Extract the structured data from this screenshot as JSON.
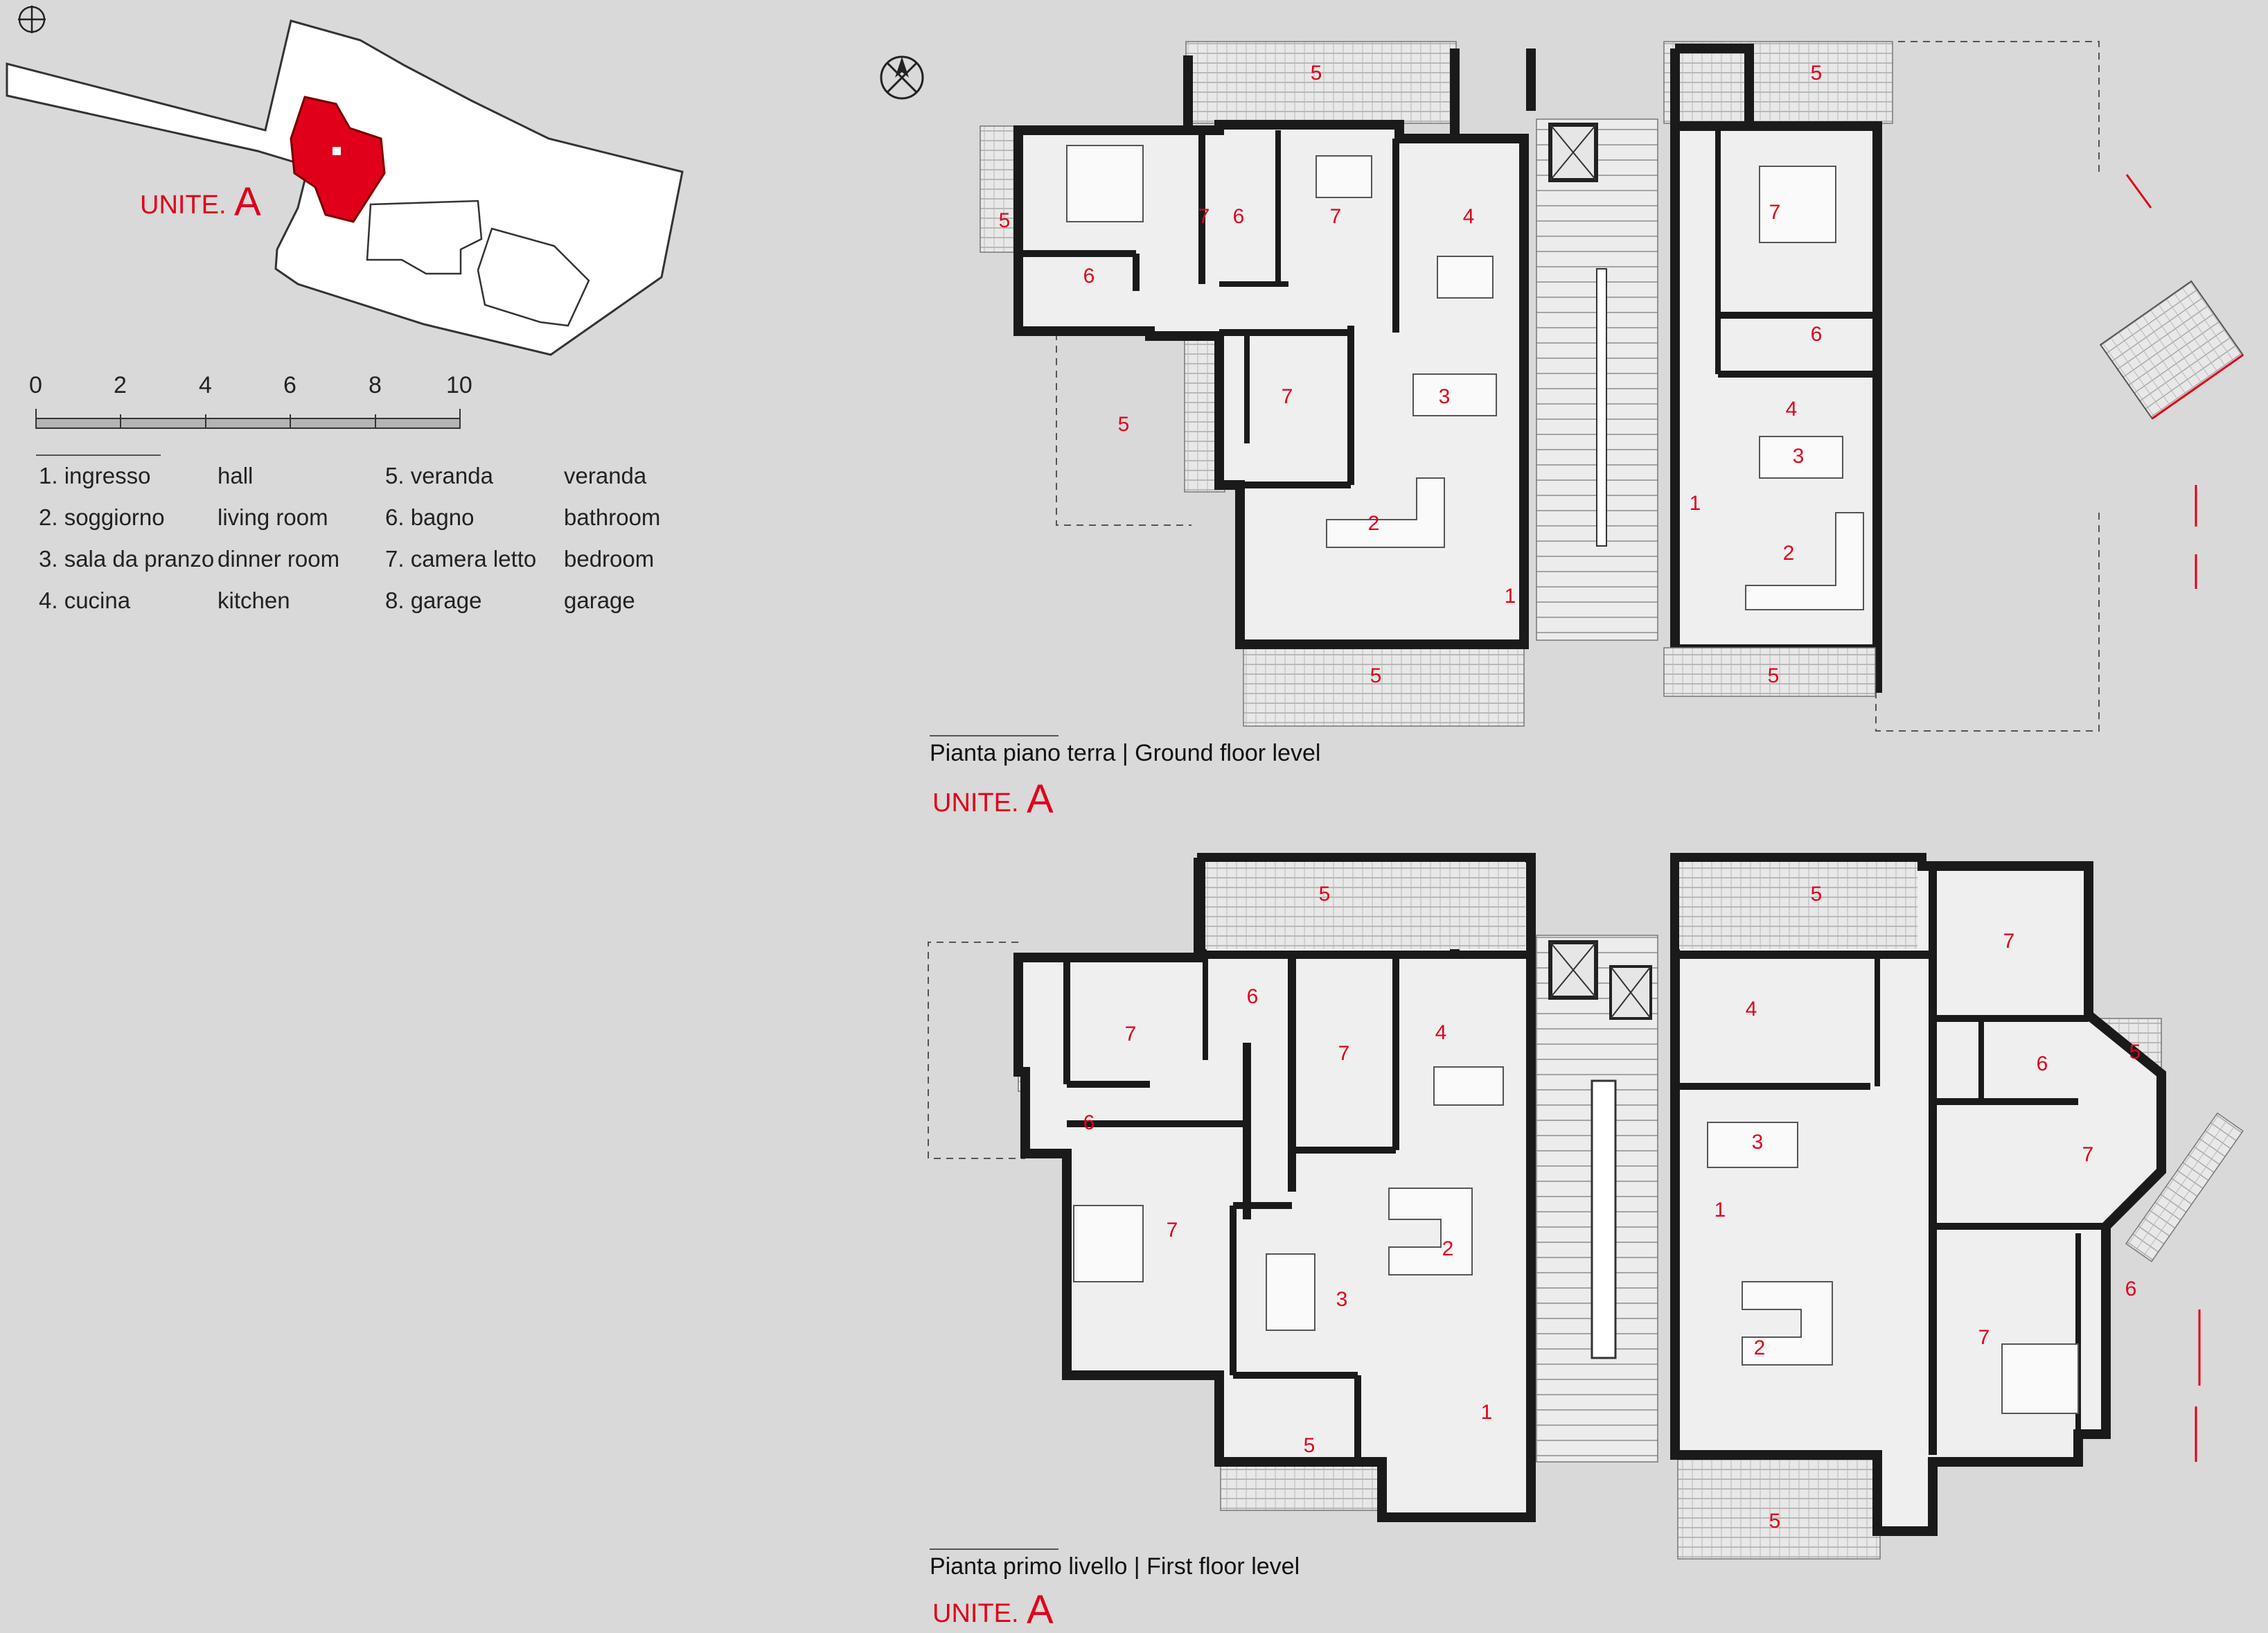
{
  "site_plan": {
    "unit_word": "UNITE.",
    "unit_letter": "A"
  },
  "scale": {
    "ticks": [
      "0",
      "2",
      "4",
      "6",
      "8",
      "10"
    ]
  },
  "legend": [
    {
      "it": "1. ingresso",
      "en": "hall"
    },
    {
      "it": "2. soggiorno",
      "en": "living room"
    },
    {
      "it": "3. sala da pranzo",
      "en": "dinner room"
    },
    {
      "it": "4. cucina",
      "en": "kitchen"
    },
    {
      "it": "5. veranda",
      "en": "veranda"
    },
    {
      "it": "6. bagno",
      "en": "bathroom"
    },
    {
      "it": "7. camera letto",
      "en": "bedroom"
    },
    {
      "it": "8. garage",
      "en": "garage"
    }
  ],
  "plans": [
    {
      "caption": "Pianta piano terra | Ground floor level",
      "unit_word": "UNITE.",
      "unit_letter": "A",
      "room_numbers": [
        "1",
        "2",
        "3",
        "4",
        "5",
        "6",
        "7"
      ]
    },
    {
      "caption": "Pianta primo livello | First floor level",
      "unit_word": "UNITE.",
      "unit_letter": "A",
      "room_numbers": [
        "1",
        "2",
        "3",
        "4",
        "5",
        "6",
        "7"
      ]
    }
  ],
  "colors": {
    "background": "#d9d9d9",
    "wall": "#1a1a1a",
    "accent": "#e0001a",
    "site": "#ffffff"
  },
  "icons": [
    "north-arrow-icon",
    "compass-icon"
  ]
}
